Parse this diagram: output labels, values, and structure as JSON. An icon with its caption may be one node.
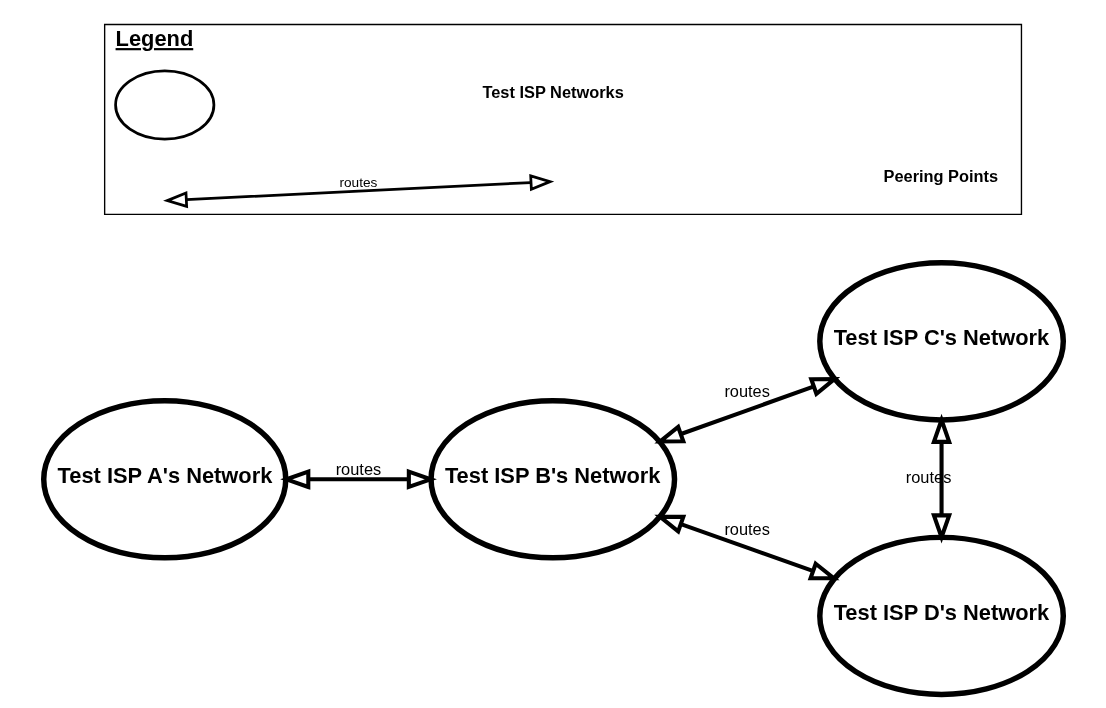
{
  "diagram": {
    "nodes": [
      {
        "text": [
          "Test ISP A's Network"
        ]
      },
      {
        "text": [
          "Test ISP B's Network"
        ]
      },
      {
        "text": [
          "Test ISP C's Network"
        ]
      },
      {
        "text": [
          "Test ISP D's Network"
        ]
      },
      {
        "text": [
          "Legend"
        ]
      },
      {
        "text": [],
        "shape": "cloud",
        "in": 4
      }
    ],
    "edges": [
      {
        "from": 0,
        "to": 1,
        "arrow": "both",
        "label": "routes"
      },
      {
        "from": 1,
        "to": 2,
        "arrow": "both",
        "label": "routes"
      },
      {
        "from": 1,
        "to": 3,
        "arrow": "both",
        "label": "routes"
      },
      {
        "from": 2,
        "to": 3,
        "arrow": "both",
        "label": "routes"
      }
    ],
    "labels": [
      "routes"
    ],
    "legend": [
      {
        "text": "Test ISP Networks"
      },
      {
        "text": "Peering Points"
      }
    ]
  }
}
